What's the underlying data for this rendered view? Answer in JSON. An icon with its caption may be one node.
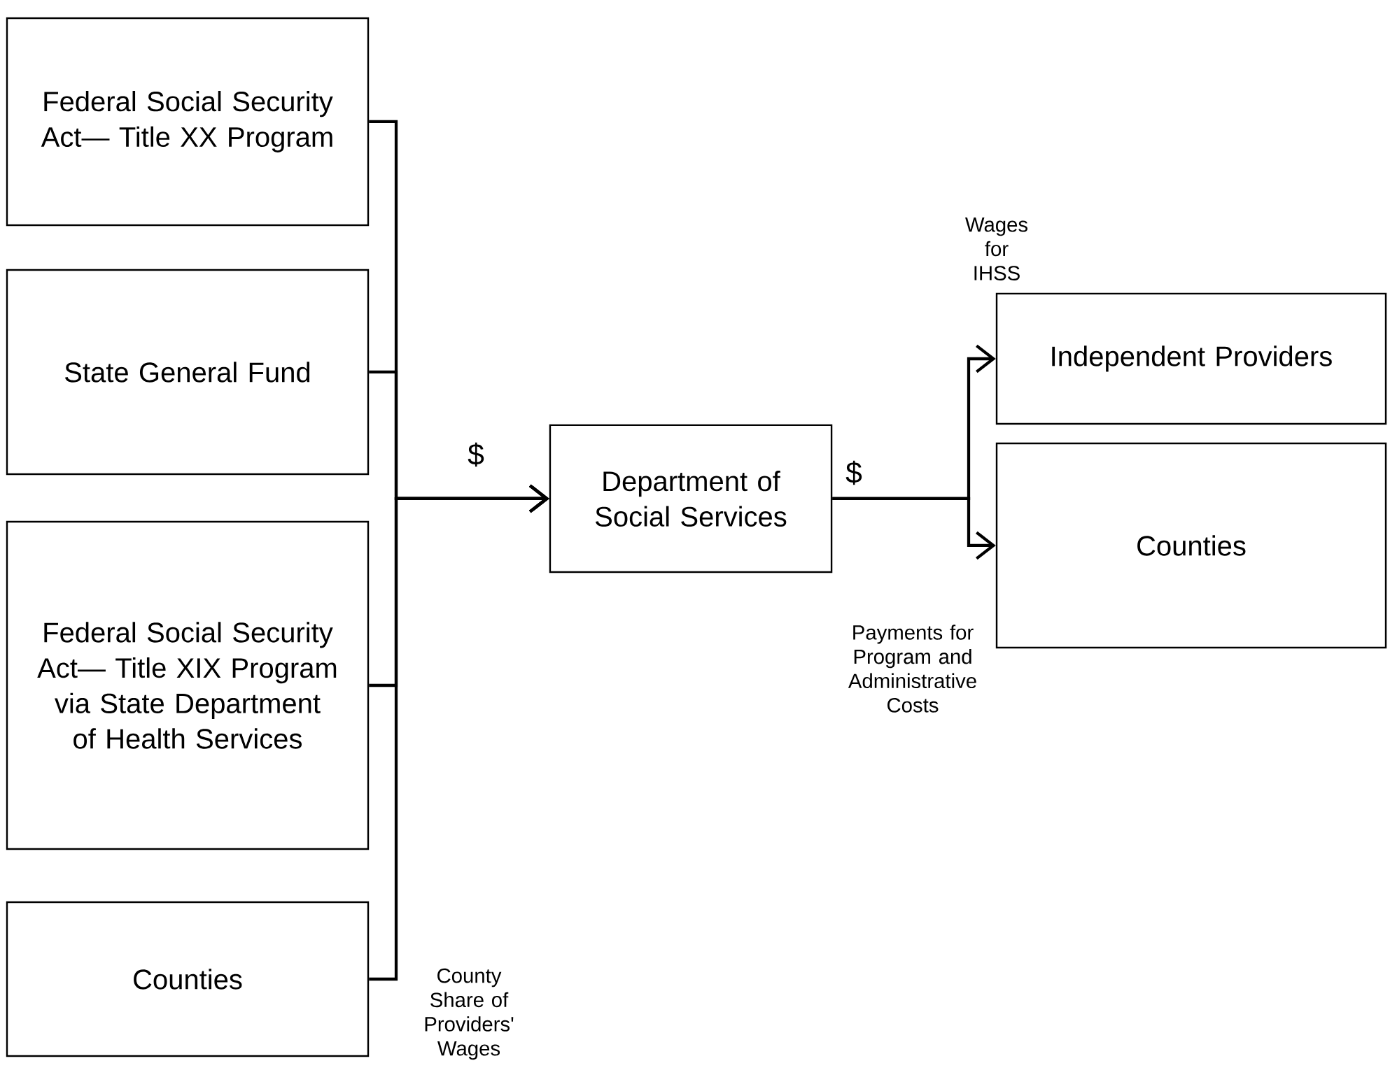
{
  "diagram": {
    "nodes": [
      {
        "text": [
          "Federal Social Security Act— Title XX Program"
        ]
      },
      {
        "text": [
          "State General Fund"
        ]
      },
      {
        "text": [
          "Federal Social Security Act— Title XIX Program via State Department of Health Services"
        ]
      },
      {
        "text": [
          "Counties"
        ]
      },
      {
        "text": [
          "Department of Social Services"
        ]
      },
      {
        "text": [
          "Independent Providers"
        ]
      },
      {
        "text": [
          "Counties"
        ]
      }
    ],
    "edges": [
      {
        "from": 0,
        "to": 4,
        "arrow": "to"
      },
      {
        "from": 1,
        "to": 4,
        "arrow": "to"
      },
      {
        "from": 2,
        "to": 4,
        "arrow": "to"
      },
      {
        "from": 3,
        "to": 4,
        "arrow": "to",
        "label": "County Share of Providers' Wages"
      },
      {
        "from": 4,
        "to": 5,
        "arrow": "to",
        "label": "Wages for IHSS"
      },
      {
        "from": 4,
        "to": 6,
        "arrow": "to",
        "label": "Payments for Program and Administrative Costs"
      }
    ],
    "labels": [
      "$",
      "$"
    ]
  }
}
